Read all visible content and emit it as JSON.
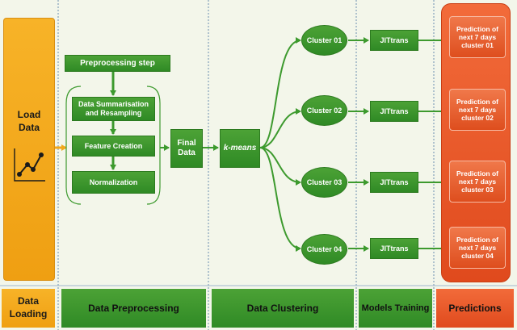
{
  "load": {
    "title": "Load Data",
    "chart_icon": "line-chart-icon"
  },
  "preprocessing": {
    "step_label": "Preprocessing step",
    "steps": [
      "Data Summarisation and Resampling",
      "Feature Creation",
      "Normalization"
    ],
    "final": "Final Data"
  },
  "clustering": {
    "method": "k-means",
    "clusters": [
      "Cluster 01",
      "Cluster 02",
      "Cluster 03",
      "Cluster 04"
    ]
  },
  "models": [
    "JITtrans",
    "JITtrans",
    "JITtrans",
    "JITtrans"
  ],
  "predictions": [
    "Prediction of next 7 days cluster 01",
    "Prediction of next 7 days cluster 02",
    "Prediction of next 7 days cluster 03",
    "Prediction of next 7 days cluster 04"
  ],
  "stages": {
    "data_loading": "Data Loading",
    "data_preprocessing": "Data Preprocessing",
    "data_clustering": "Data Clustering",
    "models_training": "Models Training",
    "predictions": "Predictions"
  },
  "colors": {
    "green": "#3d9a2e",
    "orange": "#f0a81c",
    "red_orange": "#e9562a",
    "arrow": "#3d9a2e"
  }
}
